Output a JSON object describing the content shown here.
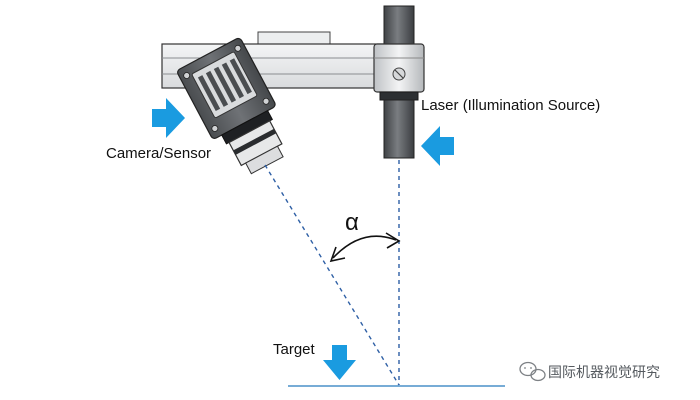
{
  "labels": {
    "camera": "Camera/Sensor",
    "laser": "Laser (Illumination Source)",
    "target": "Target",
    "angle": "α"
  },
  "watermark": {
    "text": "国际机器视觉研究",
    "icon": "wechat-icon"
  },
  "colors": {
    "arrow": "#1a9be0",
    "beam": "#2e5fa5",
    "surface": "#4a90c8",
    "body_dark": "#56595d",
    "body_light": "#e8e9ea",
    "outline": "#333333"
  },
  "icons": [
    "arrow-right-icon",
    "arrow-left-icon",
    "arrow-down-icon",
    "angle-arc-icon"
  ]
}
